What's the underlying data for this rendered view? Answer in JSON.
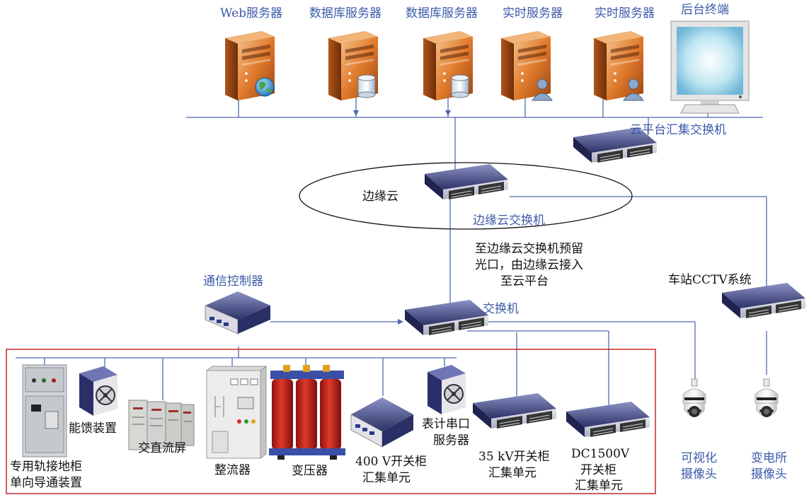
{
  "servers": {
    "web": "Web服务器",
    "db1": "数据库服务器",
    "db2": "数据库服务器",
    "rt1": "实时服务器",
    "rt2": "实时服务器",
    "terminal": "后台终端"
  },
  "cloud": {
    "platform_switch": "云平台汇集交换机",
    "edge_cloud": "边缘云",
    "edge_switch": "边缘云交换机",
    "note_line1": "至边缘云交换机预留",
    "note_line2": "光口，由边缘云接入",
    "note_line3": "至云平台"
  },
  "station": {
    "comm_controller": "通信控制器",
    "switch": "交换机",
    "cctv": "车站CCTV系统"
  },
  "devices": {
    "rail_line1": "专用轨接地柜",
    "rail_line2": "单向导通装置",
    "energy_feedback": "能馈装置",
    "acdc_screen": "交直流屏",
    "rectifier": "整流器",
    "transformer": "变压器",
    "sw400_line1": "400 V开关柜",
    "sw400_line2": "汇集单元",
    "meter_line1": "表计串口",
    "meter_line2": "服务器",
    "sw35_line1": "35 kV开关柜",
    "sw35_line2": "汇集单元",
    "dc_line1": "DC1500V",
    "dc_line2": "开关柜",
    "dc_line3": "汇集单元",
    "cam1_line1": "可视化",
    "cam1_line2": "摄像头",
    "cam2_line1": "变电所",
    "cam2_line2": "摄像头"
  }
}
